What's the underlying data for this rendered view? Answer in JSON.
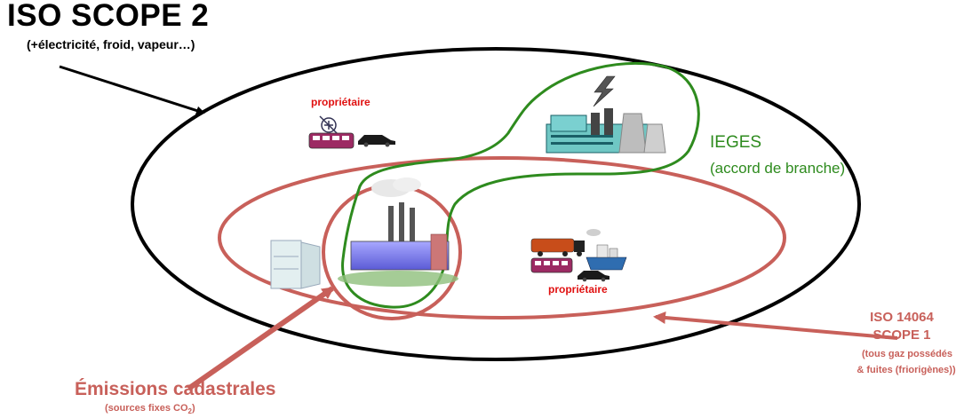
{
  "title": "ISO SCOPE 2",
  "subtitle": "(+électricité, froid, vapeur…)",
  "label_owner_top": "propriétaire",
  "label_owner_bottom": "propriétaire",
  "ieges": {
    "name": "IEGES",
    "detail": "(accord de branche)"
  },
  "cadastral": {
    "title": "Émissions cadastrales",
    "detail_prefix": "(sources fixes CO",
    "detail_sub": "2",
    "detail_suffix": ")"
  },
  "iso14064": {
    "line1": "ISO 14064",
    "line2": "SCOPE 1",
    "line3": "(tous gaz possédés",
    "line4": "& fuites (friorigènes))"
  },
  "colors": {
    "black": "#000000",
    "salmon": "#c8605a",
    "green": "#2e8b1e",
    "red_text": "#e01010"
  },
  "icons": [
    "lightning-icon",
    "power-plant-icon",
    "factory-icon",
    "refrigerator-icon",
    "truck-icon",
    "ship-icon",
    "train-icon",
    "car-icon",
    "electric-plug-icon"
  ]
}
